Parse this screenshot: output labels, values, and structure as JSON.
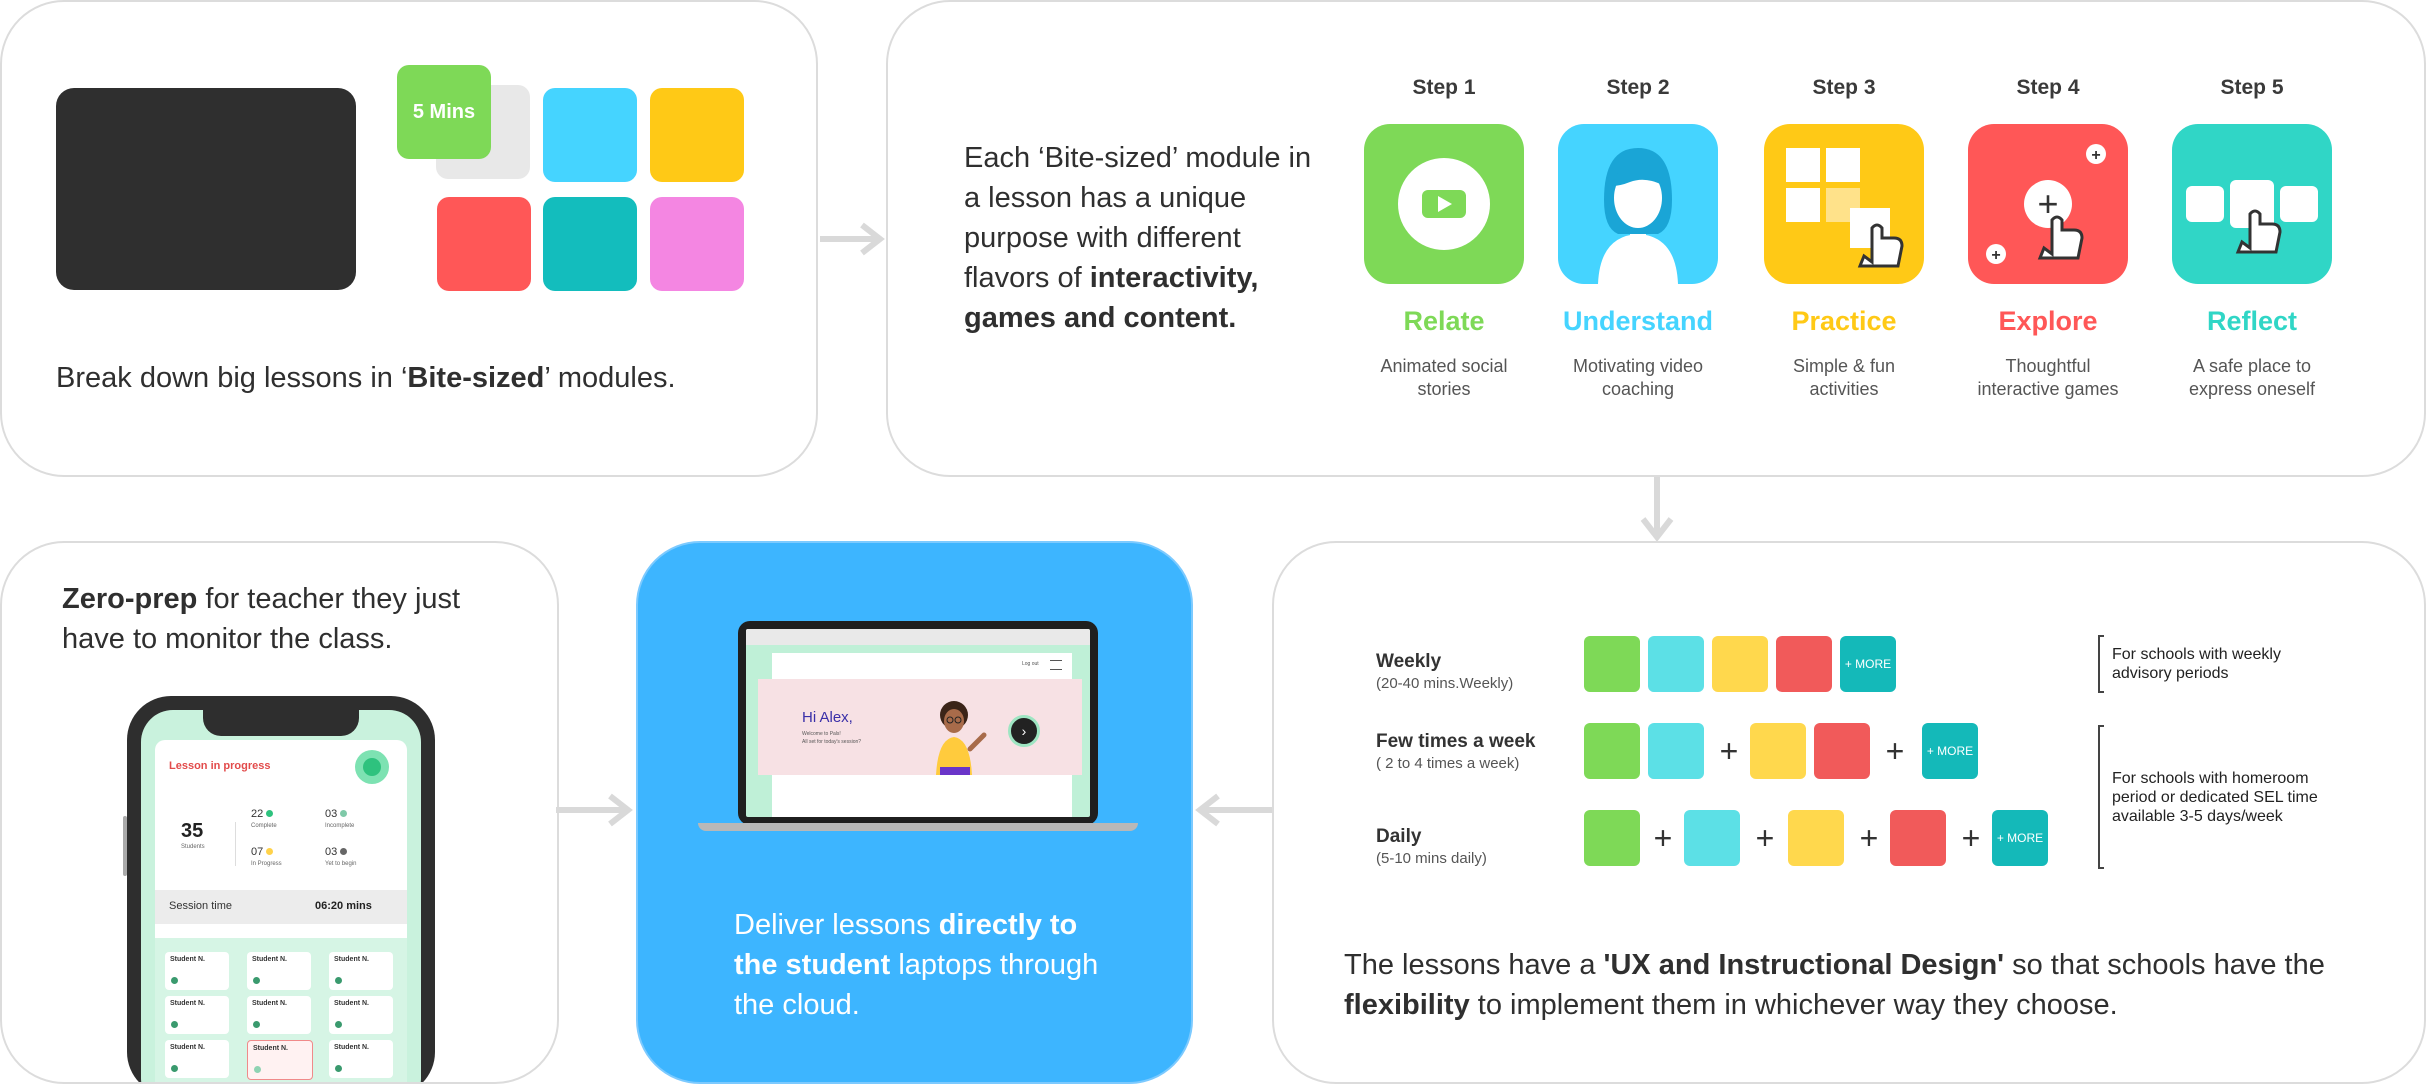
{
  "colors": {
    "green": "#7ed957",
    "cyan": "#45d4ff",
    "yellow": "#ffc916",
    "red": "#ff5757",
    "teal": "#13bdbd",
    "pink": "#f486e2",
    "mint": "#30d6c6",
    "dark": "#2f2f2f",
    "blue": "#3db5ff"
  },
  "card1": {
    "badge": "5 Mins",
    "caption_pre": "Break down big lessons in ‘",
    "caption_bold": "Bite-sized",
    "caption_post": "’ modules."
  },
  "card2": {
    "intro_plain": "Each ‘Bite-sized’ module in a lesson has a unique purpose with different flavors of ",
    "intro_bold": "interactivity, games and content.",
    "steps": [
      {
        "step": "Step 1",
        "name": "Relate",
        "desc_1": "Animated social",
        "desc_2": "stories",
        "color": "#7ed957",
        "icon": "play-icon"
      },
      {
        "step": "Step 2",
        "name": "Understand",
        "desc_1": "Motivating video",
        "desc_2": "coaching",
        "color": "#45d4ff",
        "icon": "person-icon"
      },
      {
        "step": "Step 3",
        "name": "Practice",
        "desc_1": "Simple & fun",
        "desc_2": "activities",
        "color": "#ffc916",
        "icon": "grid-pointer-icon"
      },
      {
        "step": "Step 4",
        "name": "Explore",
        "desc_1": "Thoughtful",
        "desc_2": "interactive games",
        "color": "#ff5757",
        "icon": "plus-pointer-icon"
      },
      {
        "step": "Step 5",
        "name": "Reflect",
        "desc_1": "A safe place to",
        "desc_2": "express oneself",
        "color": "#30d6c6",
        "icon": "cards-pointer-icon"
      }
    ]
  },
  "card3": {
    "title_bold": "Zero-prep",
    "title_plain": " for teacher they just have to monitor the class.",
    "phone": {
      "status": "Lesson in progress",
      "students_count": "35",
      "students_label": "Students",
      "complete_count": "22",
      "complete_label": "Complete",
      "incomplete_count": "03",
      "incomplete_label": "Incomplete",
      "in_progress_count": "07",
      "in_progress_label": "In Progress",
      "yet_count": "03",
      "yet_label": "Yet to begin",
      "session_label": "Session time",
      "session_value": "06:20 mins",
      "student_name": "Student N."
    }
  },
  "card4": {
    "pre": "Deliver lessons ",
    "bold1": "directly to the student",
    "mid": " laptops through the cloud.",
    "laptop": {
      "greeting": "Hi Alex,",
      "sub1": "Welcome to Pals!",
      "sub2": "All set for today's session?",
      "logout": "Log out"
    }
  },
  "card5": {
    "rows": [
      {
        "label": "Weekly",
        "sub": "(20-40 mins.Weekly)"
      },
      {
        "label": "Few times a week",
        "sub": "( 2 to 4 times a week)"
      },
      {
        "label": "Daily",
        "sub": "(5-10 mins daily)"
      }
    ],
    "more_label": "+ MORE",
    "plus": "+",
    "note1": "For schools with weekly advisory periods",
    "note2": "For schools with homeroom period or dedicated SEL time available 3-5 days/week",
    "cap_pre": "The lessons have a ",
    "cap_bold1": "'UX and Instructional Design'",
    "cap_mid": " so that schools have the ",
    "cap_bold2": "flexibility",
    "cap_post": " to implement them in whichever way they choose."
  }
}
